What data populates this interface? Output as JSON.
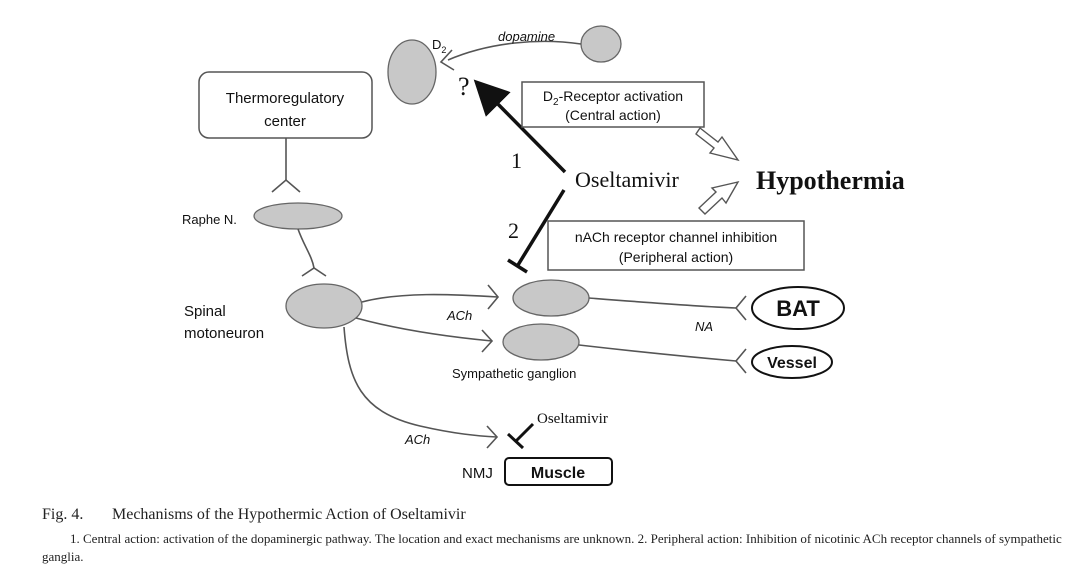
{
  "diagram": {
    "nodes": {
      "thermo_line1": "Thermoregulatory",
      "thermo_line2": "center",
      "raphe": "Raphe N.",
      "spinal_line1": "Spinal",
      "spinal_line2": "motoneuron",
      "d2": "D",
      "d2_sub": "2",
      "question": "?",
      "dopamine": "dopamine",
      "oseltamivir": "Oseltamivir",
      "hypothermia": "Hypothermia",
      "path1": "1",
      "path2": "2",
      "sympathetic_ganglion": "Sympathetic ganglion",
      "ach_upper": "ACh",
      "ach_lower": "ACh",
      "na": "NA",
      "bat": "BAT",
      "vessel": "Vessel",
      "nmj": "NMJ",
      "muscle": "Muscle",
      "oseltamivir_small": "Oseltamivir"
    },
    "boxes": {
      "central_line1_prefix": "D",
      "central_line1_sub": "2",
      "central_line1_rest": "-Receptor activation",
      "central_line2": "(Central action)",
      "peripheral_line1": "nACh receptor channel inhibition",
      "peripheral_line2": "(Peripheral action)"
    }
  },
  "caption": {
    "fig_label": "Fig. 4.",
    "title": "Mechanisms of the Hypothermic Action of Oseltamivir",
    "body": "1. Central action: activation of the dopaminergic pathway. The location and exact mechanisms are unknown. 2. Peripheral action: Inhibition of nicotinic ACh receptor channels of sympathetic ganglia."
  },
  "colors": {
    "cell_fill": "#c8c8c8",
    "line": "#555555",
    "text": "#111111"
  }
}
